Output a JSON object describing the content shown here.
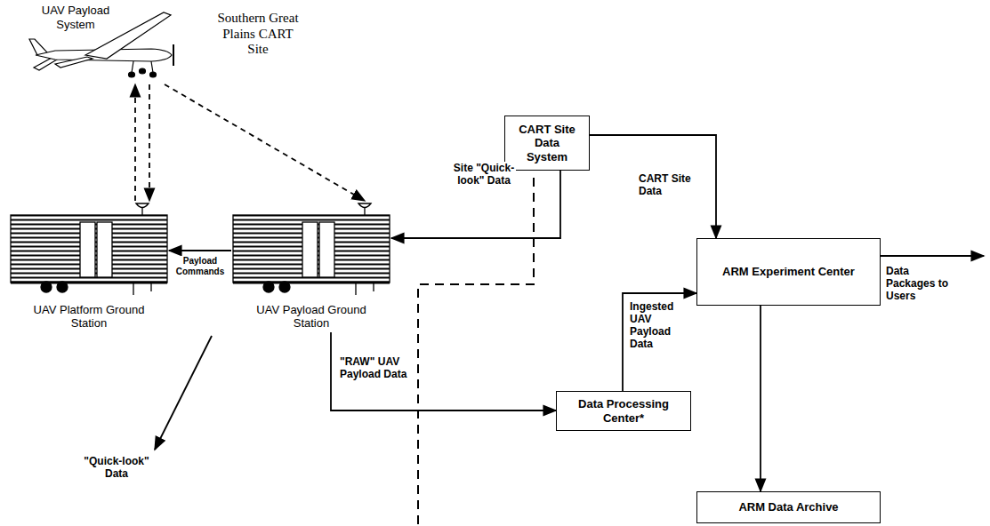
{
  "diagram": {
    "nodes": [
      {
        "text": [
          "UAV Payload System"
        ]
      },
      {
        "text": [
          "CART Site Data System"
        ]
      },
      {
        "text": [
          "UAV Platform Ground Station"
        ]
      },
      {
        "text": [
          "UAV Payload Ground Station"
        ]
      },
      {
        "text": [
          "ARM Experiment Center"
        ]
      },
      {
        "text": [
          "Data Processing Center*"
        ]
      },
      {
        "text": [
          "ARM Data Archive"
        ]
      }
    ],
    "edges": [
      {
        "from": 2,
        "to": 0,
        "arrow": "to"
      },
      {
        "from": 0,
        "to": 2,
        "arrow": "to"
      },
      {
        "from": 0,
        "to": 3,
        "arrow": "to"
      },
      {
        "from": 1,
        "to": 3,
        "label": "Site \"Quick-look\" Data",
        "arrow": "to"
      },
      {
        "from": 3,
        "to": 2,
        "label": "Payload Commands",
        "arrow": "to"
      },
      {
        "from": 1,
        "to": 4,
        "label": "CART Site Data",
        "arrow": "to"
      },
      {
        "from": 3,
        "to": 5,
        "label": "\"RAW\" UAV Payload Data",
        "arrow": "to"
      },
      {
        "from": 5,
        "to": 4,
        "label": "Ingested UAV Payload Data",
        "arrow": "to"
      },
      {
        "from": 4,
        "to": 6,
        "arrow": "to"
      }
    ],
    "labels": [
      "Southern Great Plains CART Site",
      "\"Quick-look\" Data",
      "Data Packages to Users"
    ]
  }
}
